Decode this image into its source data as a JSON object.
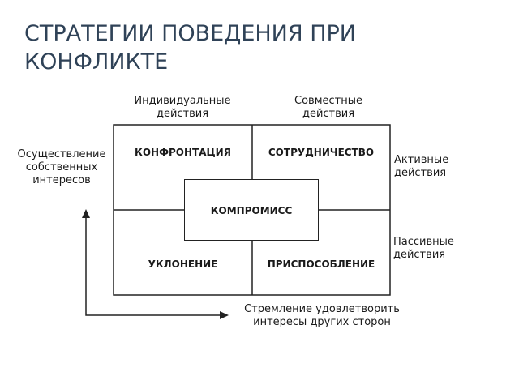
{
  "slide": {
    "title": "СТРАТЕГИИ ПОВЕДЕНИЯ ПРИ КОНФЛИКТЕ"
  },
  "diagram": {
    "columns": {
      "individual": {
        "line1": "Индивидуальные",
        "line2": "действия"
      },
      "joint": {
        "line1": "Совместные",
        "line2": "действия"
      }
    },
    "rows": {
      "active": {
        "line1": "Активные",
        "line2": "действия"
      },
      "passive": {
        "line1": "Пассивные",
        "line2": "действия"
      }
    },
    "axes": {
      "vertical": {
        "line1": "Осуществление",
        "line2": "собственных",
        "line3": "интересов"
      },
      "horizontal": {
        "line1": "Стремление удовлетворить",
        "line2": "интересы других сторон"
      }
    },
    "strategies": {
      "confrontation": "КОНФРОНТАЦИЯ",
      "cooperation": "СОТРУДНИЧЕСТВО",
      "compromise": "КОМПРОМИСС",
      "avoidance": "УКЛОНЕНИЕ",
      "accommodation": "ПРИСПОСОБЛЕНИЕ"
    }
  }
}
